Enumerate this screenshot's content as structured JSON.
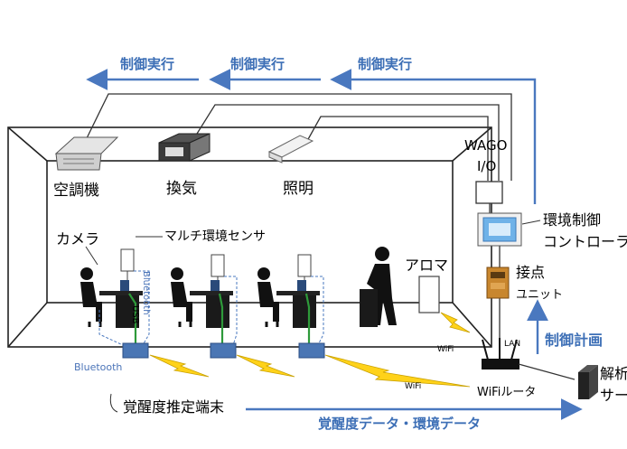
{
  "labels": {
    "control_exec_1": "制御実行",
    "control_exec_2": "制御実行",
    "control_exec_3": "制御実行",
    "aircon": "空調機",
    "ventilation": "換気",
    "lighting": "照明",
    "wago_line1": "WAGO",
    "wago_line2": "I/O",
    "camera": "カメラ",
    "multi_sensor": "マルチ環境センサ",
    "aroma": "アロマ",
    "env_controller_line1": "環境制御",
    "env_controller_line2": "コントローラ",
    "contact_line1": "接点",
    "contact_line2": "ユニット",
    "bluetooth_vertical": "Bluetooth",
    "usb_vertical": "USB",
    "bluetooth": "Bluetooth",
    "lan": "LAN",
    "wifi_1": "WiFi",
    "wifi_2": "WiFi",
    "control_plan": "制御計画",
    "analysis_line1": "解析",
    "analysis_line2": "サー",
    "wifi_router": "WiFiルータ",
    "terminal": "覚醒度推定端末",
    "data_flow": "覚醒度データ・環境データ"
  },
  "colors": {
    "arrow_blue": "#4a78bf",
    "text_blue": "#3d6fb6",
    "terminal_blue": "#4a76b4",
    "bolt_yellow": "#ffd21a",
    "cable_green": "#2e9a3a"
  }
}
